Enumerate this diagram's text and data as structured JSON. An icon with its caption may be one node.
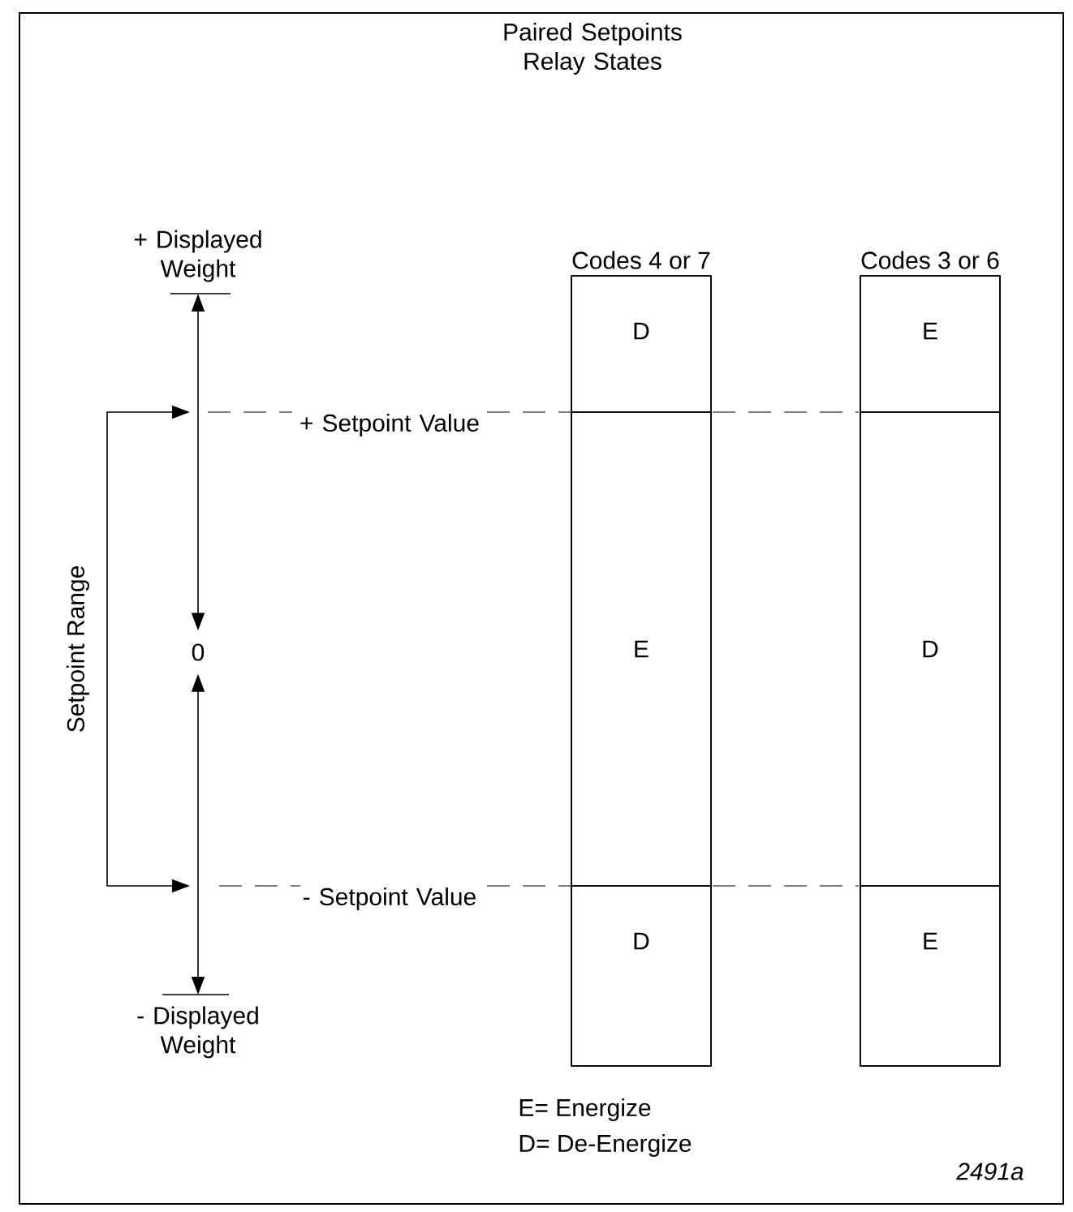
{
  "diagram": {
    "title": "Paired Setpoints Relay States",
    "nodes": [
      {
        "text": [
          "+ Displayed Weight"
        ]
      },
      {
        "text": [
          "0"
        ]
      },
      {
        "text": [
          "- Displayed Weight"
        ]
      },
      {
        "text": [
          "Codes 4 or 7"
        ]
      },
      {
        "text": [
          "D"
        ],
        "in": 3
      },
      {
        "text": [
          "E"
        ],
        "in": 3
      },
      {
        "text": [
          "D"
        ],
        "in": 3
      },
      {
        "text": [
          "Codes 3 or 6"
        ]
      },
      {
        "text": [
          "E"
        ],
        "in": 7
      },
      {
        "text": [
          "D"
        ],
        "in": 7
      },
      {
        "text": [
          "E"
        ],
        "in": 7
      }
    ],
    "edges": [
      {
        "from": 0,
        "to": 1,
        "arrow": "both"
      },
      {
        "from": 1,
        "to": 2,
        "arrow": "both"
      }
    ],
    "labels": [
      "Setpoint Range",
      "+ Setpoint Value",
      "- Setpoint Value",
      "E= Energize",
      "D= De-Energize",
      "2491a"
    ]
  }
}
